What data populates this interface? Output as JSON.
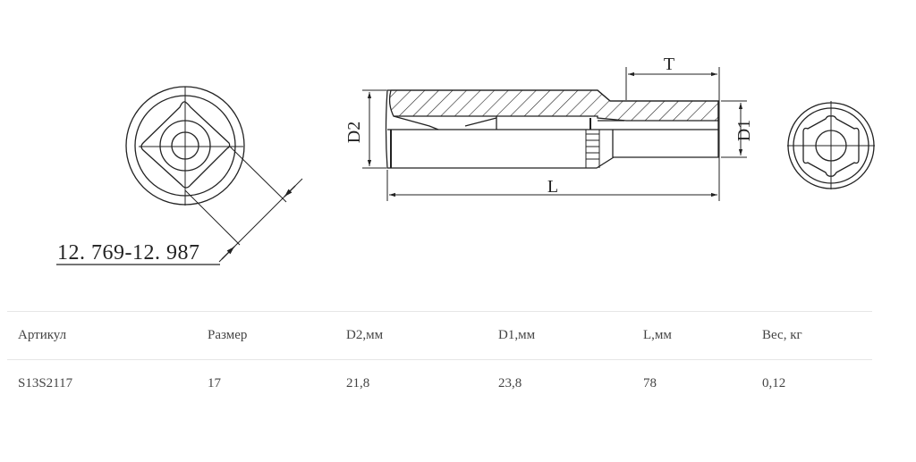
{
  "drawing": {
    "tolerance_label": "12. 769-12. 987",
    "label_D2": "D2",
    "label_D1": "D1",
    "label_L": "L",
    "label_T": "T"
  },
  "table": {
    "headers": [
      "Артикул",
      "Размер",
      "D2,мм",
      "D1,мм",
      "L,мм",
      "Вес, кг"
    ],
    "rows": [
      [
        "S13S2117",
        "17",
        "21,8",
        "23,8",
        "78",
        "0,12"
      ]
    ]
  }
}
